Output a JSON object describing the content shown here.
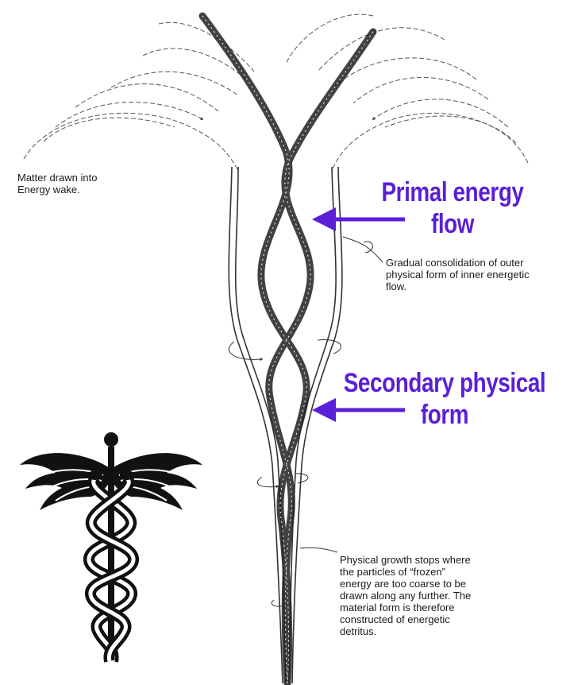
{
  "annotations": {
    "matter_wake": "Matter drawn into\nEnergy wake.",
    "consolidation": "Gradual consolidation of outer\nphysical form of inner energetic\nflow.",
    "growth_stops": "Physical growth stops where\nthe particles of “frozen”\nenergy are too coarse to be\ndrawn along any further. The\nmaterial form is therefore\nconstructed of energetic\ndetritus."
  },
  "labels": {
    "primal_line1": "Primal energy",
    "primal_line2": "flow",
    "secondary_line1": "Secondary physical",
    "secondary_line2": "form"
  },
  "colors": {
    "label": "#5a1fd6",
    "ink": "#1a1a1a"
  },
  "icons": [
    "caduceus-icon"
  ]
}
